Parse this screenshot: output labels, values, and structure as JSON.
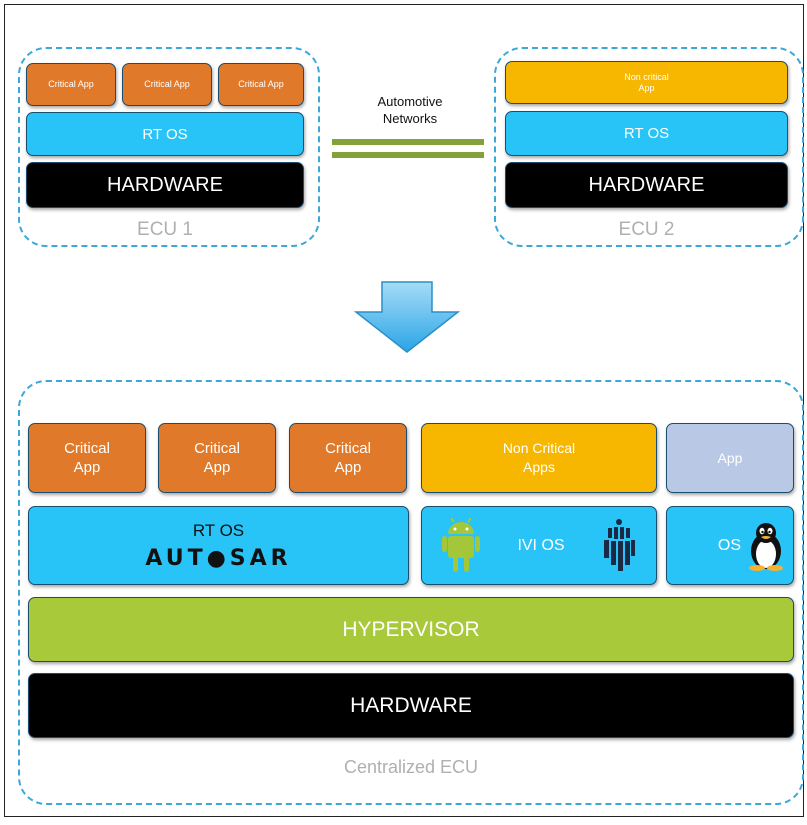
{
  "ecu1": {
    "apps": [
      {
        "label": "Critical App"
      },
      {
        "label": "Critical App"
      },
      {
        "label": "Critical App"
      }
    ],
    "os": "RT OS",
    "hardware": "HARDWARE",
    "label": "ECU 1"
  },
  "ecu2": {
    "app": "Non critical App",
    "os": "RT OS",
    "hardware": "HARDWARE",
    "label": "ECU 2"
  },
  "network": {
    "label_line1": "Automotive",
    "label_line2": "Networks"
  },
  "central": {
    "critical_apps": [
      {
        "line1": "Critical",
        "line2": "App"
      },
      {
        "line1": "Critical",
        "line2": "App"
      },
      {
        "line1": "Critical",
        "line2": "App"
      }
    ],
    "noncritical": {
      "line1": "Non Critical",
      "line2": "Apps"
    },
    "app": "App",
    "rtos": "RT OS",
    "autosar": "AUT●SAR",
    "ivi_os": "IVI OS",
    "os": "OS",
    "hypervisor": "HYPERVISOR",
    "hardware": "HARDWARE",
    "label": "Centralized ECU"
  },
  "colors": {
    "critical": "#e07a2a",
    "noncritical": "#f7b600",
    "os": "#28c3f7",
    "hardware": "#000000",
    "hypervisor": "#a8c93a",
    "app": "#b9c8e4",
    "border": "#3aa8d8"
  },
  "icons": [
    "android-icon",
    "tizen-icon",
    "linux-tux-icon",
    "down-arrow-icon"
  ]
}
